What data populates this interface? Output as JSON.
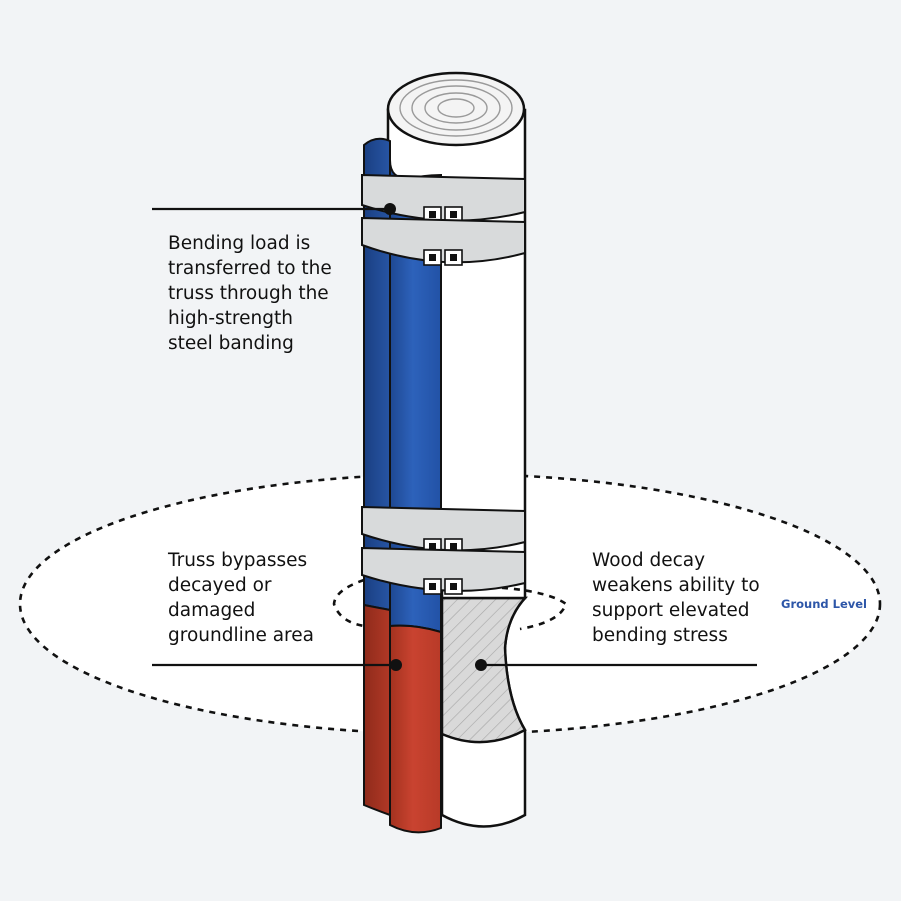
{
  "callouts": {
    "banding": [
      "Bending load is",
      "transferred to the",
      "truss through the",
      "high-strength",
      "steel banding"
    ],
    "truss": [
      "Truss bypasses",
      "decayed or",
      "damaged",
      "groundline area"
    ],
    "decay": [
      "Wood decay",
      "weakens ability to",
      "support elevated",
      "bending stress"
    ]
  },
  "ground_label": "Ground Level",
  "colors": {
    "background": "#f2f4f6",
    "truss_above_ground": "#2a5cb0",
    "truss_below_ground": "#c23d2b",
    "steel_band": "#d8dadb",
    "decay_hatch": "#d6d6d6",
    "ground_label": "#2d56a8"
  }
}
